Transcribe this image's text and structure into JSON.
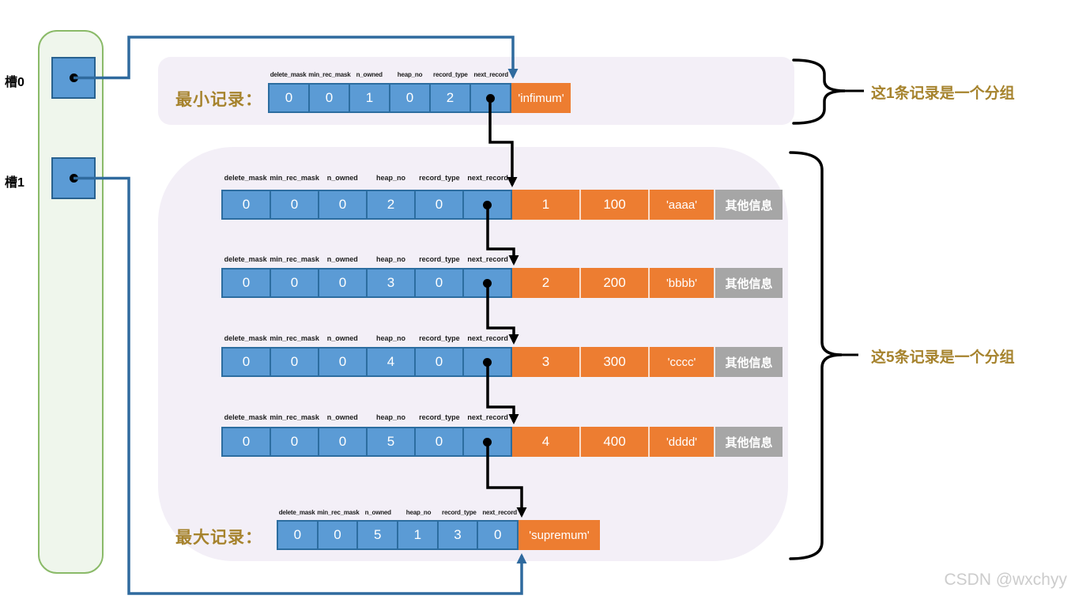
{
  "slots": [
    {
      "label": "槽0"
    },
    {
      "label": "槽1"
    }
  ],
  "field_headers": [
    "delete_mask",
    "min_rec_mask",
    "n_owned",
    "heap_no",
    "record_type",
    "next_record"
  ],
  "min_record": {
    "label": "最小记录：",
    "cells": [
      "0",
      "0",
      "1",
      "0",
      "2"
    ],
    "record_name": "'infimum'"
  },
  "group_records": [
    {
      "cells": [
        "0",
        "0",
        "0",
        "2",
        "0"
      ],
      "key": "1",
      "col_value": "100",
      "col_data": "'aaaa'",
      "extra": "其他信息"
    },
    {
      "cells": [
        "0",
        "0",
        "0",
        "3",
        "0"
      ],
      "key": "2",
      "col_value": "200",
      "col_data": "'bbbb'",
      "extra": "其他信息"
    },
    {
      "cells": [
        "0",
        "0",
        "0",
        "4",
        "0"
      ],
      "key": "3",
      "col_value": "300",
      "col_data": "'cccc'",
      "extra": "其他信息"
    },
    {
      "cells": [
        "0",
        "0",
        "0",
        "5",
        "0"
      ],
      "key": "4",
      "col_value": "400",
      "col_data": "'dddd'",
      "extra": "其他信息"
    }
  ],
  "max_record": {
    "label": "最大记录：",
    "cells": [
      "0",
      "0",
      "5",
      "1",
      "3",
      "0"
    ],
    "record_name": "'supremum'"
  },
  "annotations": [
    {
      "text": "这1条记录是一个分组"
    },
    {
      "text": "这5条记录是一个分组"
    }
  ],
  "watermark": "CSDN @wxchyy",
  "colors": {
    "cell_blue": "#5b9bd5",
    "cell_border_blue": "#2c6da0",
    "cell_orange": "#ed7d31",
    "cell_gray": "#a6a6a6",
    "panel_purple": "#f3eff7",
    "panel_green_fill": "#eff6ec",
    "panel_green_border": "#8aba68",
    "connector_blue": "#2f6a9e",
    "connector_black": "#000000",
    "accent_gold": "#a6832d"
  }
}
